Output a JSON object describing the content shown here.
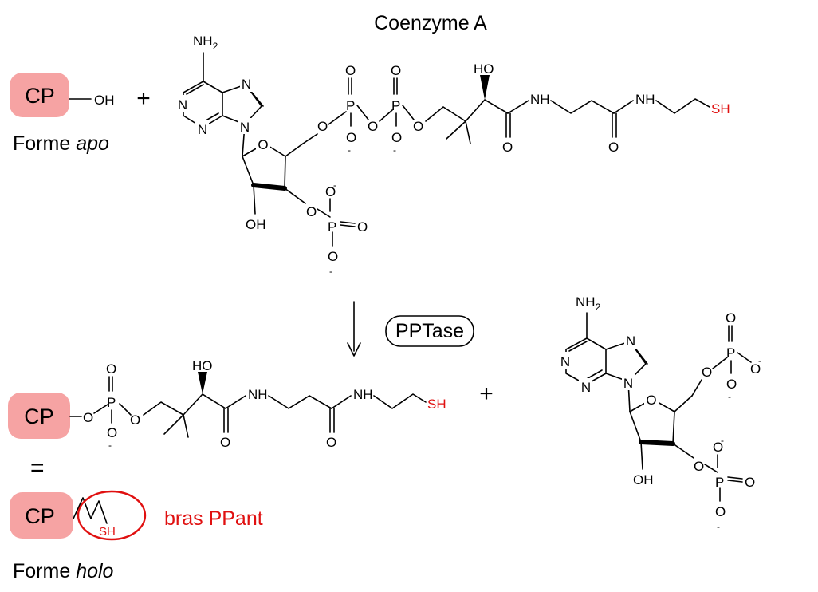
{
  "title": "Coenzyme A",
  "apo_label": {
    "prefix": "Forme ",
    "italic": "apo"
  },
  "holo_label": {
    "prefix": "Forme ",
    "italic": "holo"
  },
  "protein": "CP",
  "enzyme": "PPTase",
  "plus": "+",
  "equals": "=",
  "arm_label": "bras PPant",
  "atoms": {
    "oh_upper": "OH",
    "oh_lower": "OH",
    "ho": "HO",
    "nh": "NH",
    "nh2": "NH",
    "n": "N",
    "o": "O",
    "p": "P",
    "sh": "SH",
    "minus": "-",
    "sub2": "2"
  },
  "colors": {
    "protein_fill": "#f6a3a3",
    "highlight_red": "#e01010",
    "ink": "#000000"
  }
}
